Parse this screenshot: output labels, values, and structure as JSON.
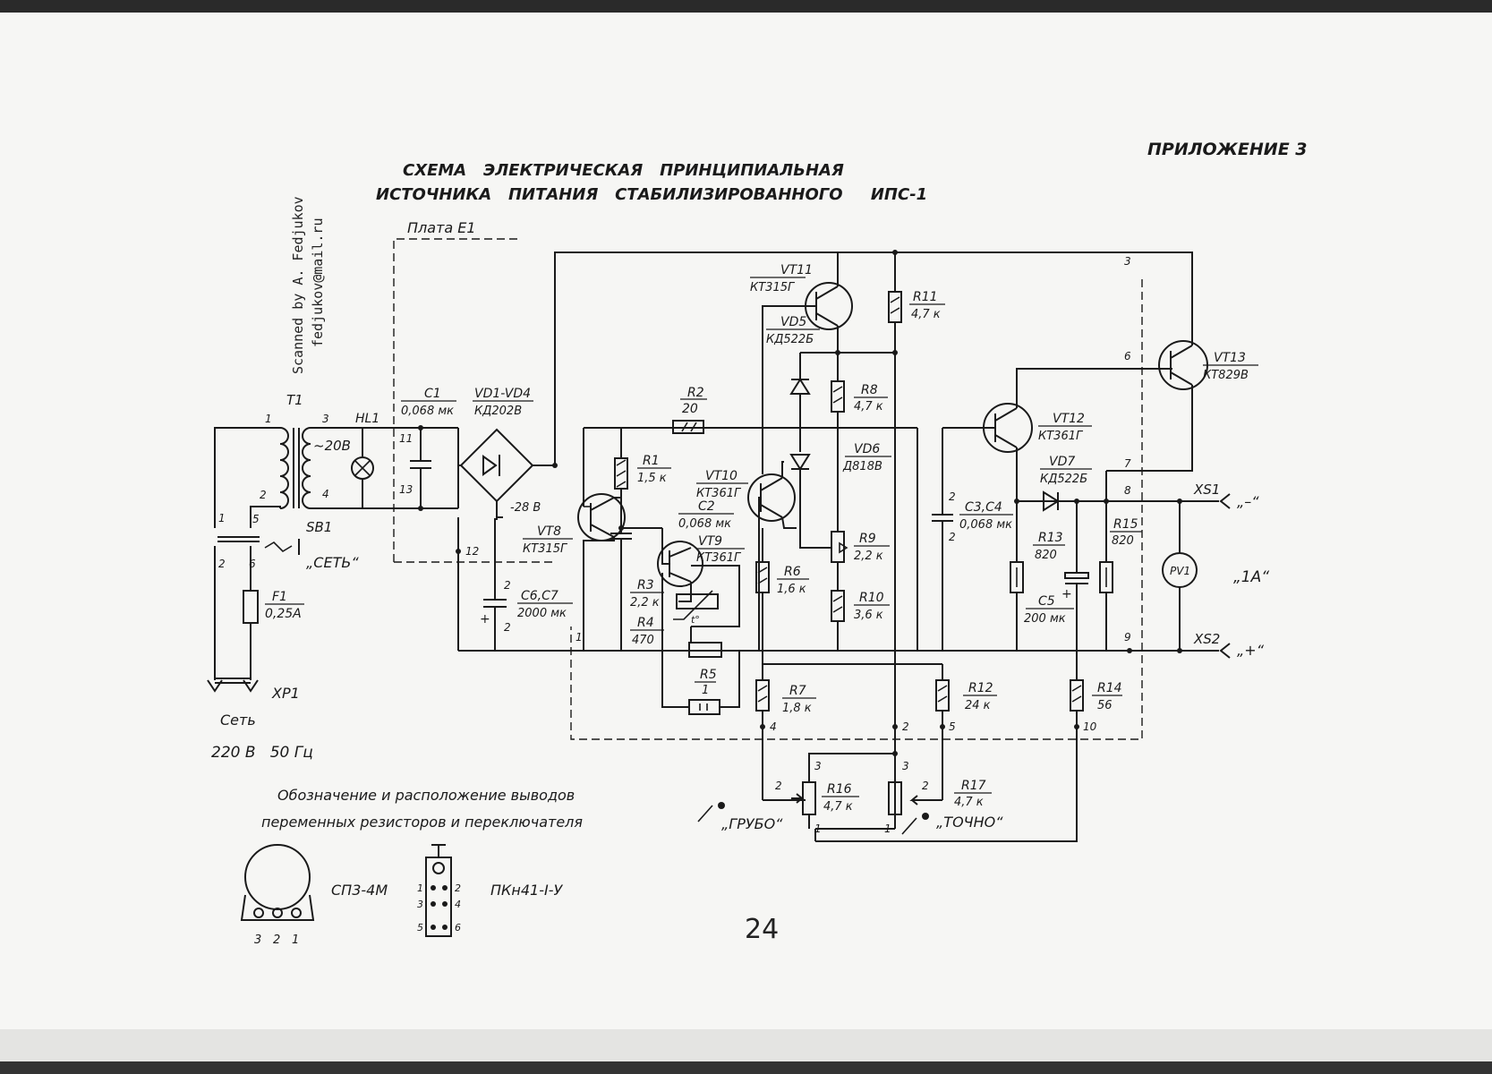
{
  "appendix": "ПРИЛОЖЕНИЕ 3",
  "title_line1": "СХЕМА   ЭЛЕКТРИЧЕСКАЯ   ПРИНЦИПИАЛЬНАЯ",
  "title_line2": "ИСТОЧНИКА   ПИТАНИЯ   СТАБИЛИЗИРОВАННОГО     ИПС-1",
  "scanner_line1": "Scanned by A. Fedjukov",
  "scanner_line2": "fedjukov@mail.ru",
  "board_label": "Плата Е1",
  "page_number": "24",
  "mains": {
    "plug": "XP1",
    "label": "Сеть",
    "rating": "220 В   50 Гц"
  },
  "legend": {
    "line1": "Обозначение и расположение выводов",
    "line2": "переменных резисторов и переключателя",
    "resistor_type": "СП3-4М",
    "switch_type": "ПКн41-I-У",
    "resistor_pins": [
      "3",
      "2",
      "1"
    ],
    "switch_pins": [
      "1",
      "2",
      "3",
      "4",
      "5",
      "6"
    ]
  },
  "components": {
    "T1": {
      "ref": "T1",
      "winding_voltage": "~20В"
    },
    "HL1": {
      "ref": "HL1"
    },
    "SB1": {
      "ref": "SB1",
      "name": "„СЕТЬ“"
    },
    "F1": {
      "ref": "F1",
      "value": "0,25А"
    },
    "C1": {
      "ref": "C1",
      "value": "0,068 мк"
    },
    "VD1": {
      "ref": "VD1-VD4",
      "value": "КД202В"
    },
    "R2": {
      "ref": "R2",
      "value": "20"
    },
    "R1": {
      "ref": "R1",
      "value": "1,5 к"
    },
    "VT8": {
      "ref": "VT8",
      "value": "КТ315Г"
    },
    "C6": {
      "ref": "C6,C7",
      "value": "2000 мк"
    },
    "voltage_note": "-28 В",
    "VT10": {
      "ref": "VT10",
      "value": "КТ361Г"
    },
    "C2": {
      "ref": "C2",
      "value": "0,068 мк"
    },
    "VT9": {
      "ref": "VT9",
      "value": "КТ361Г"
    },
    "R3": {
      "ref": "R3",
      "value": "2,2 к"
    },
    "R4": {
      "ref": "R4",
      "value": "470"
    },
    "R5": {
      "ref": "R5",
      "value": "1"
    },
    "VT11": {
      "ref": "VT11",
      "value": "КТ315Г"
    },
    "VD5": {
      "ref": "VD5",
      "value": "КД522Б"
    },
    "R6": {
      "ref": "R6",
      "value": "1,6 к"
    },
    "R7": {
      "ref": "R7",
      "value": "1,8 к"
    },
    "R11": {
      "ref": "R11",
      "value": "4,7 к"
    },
    "R8": {
      "ref": "R8",
      "value": "4,7 к"
    },
    "VD6": {
      "ref": "VD6",
      "value": "Д818В"
    },
    "R9": {
      "ref": "R9",
      "value": "2,2 к"
    },
    "R10": {
      "ref": "R10",
      "value": "3,6 к"
    },
    "R12": {
      "ref": "R12",
      "value": "24 к"
    },
    "C3": {
      "ref": "C3,C4",
      "value": "0,068 мк"
    },
    "VT12": {
      "ref": "VT12",
      "value": "КТ361Г"
    },
    "VT13": {
      "ref": "VT13",
      "value": "КТ829В"
    },
    "VD7": {
      "ref": "VD7",
      "value": "КД522Б"
    },
    "R13": {
      "ref": "R13",
      "value": "820"
    },
    "C5": {
      "ref": "C5",
      "value": "200 мк"
    },
    "R15": {
      "ref": "R15",
      "value": "820"
    },
    "R14": {
      "ref": "R14",
      "value": "56"
    },
    "PV1": {
      "ref": "PV1"
    },
    "R16": {
      "ref": "R16",
      "value": "4,7 к",
      "name": "„ГРУБО“"
    },
    "R17": {
      "ref": "R17",
      "value": "4,7 к",
      "name": "„ТОЧНО“"
    }
  },
  "outputs": {
    "XS1": {
      "ref": "XS1",
      "polarity": "„–“"
    },
    "XS2": {
      "ref": "XS2",
      "polarity": "„+“"
    },
    "current": "„1А“"
  },
  "pins": {
    "t1_1": "1",
    "t1_2": "2",
    "t1_3": "3",
    "t1_4": "4",
    "t1_5": "5",
    "sw_1": "1",
    "sw_2": "2",
    "sw_6": "6",
    "b11": "11",
    "b13": "13",
    "b12": "12",
    "b1": "1",
    "b3": "3",
    "b6": "6",
    "b7": "7",
    "b8": "8",
    "b9": "9",
    "b4": "4",
    "b2": "2",
    "b5": "5",
    "b10": "10",
    "c6a": "2",
    "c6b": "2",
    "c3a": "2",
    "c3b": "2",
    "r16_3": "3",
    "r16_2": "2",
    "r16_1": "1",
    "r17_3": "3",
    "r17_2": "2",
    "r17_1": "1"
  }
}
